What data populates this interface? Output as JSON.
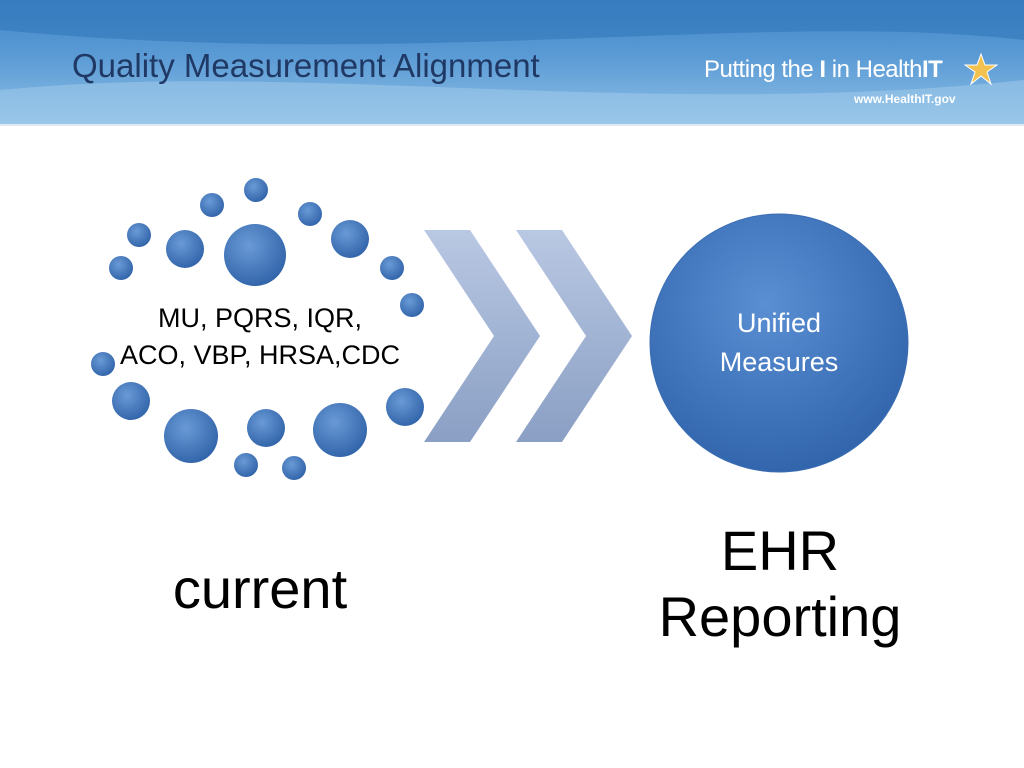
{
  "header": {
    "title": "Quality Measurement Alignment",
    "logo": {
      "text_part1": "Putting the ",
      "text_part2": "I",
      "text_part3": " in Health",
      "text_part4": "IT",
      "url": "www.HealthIT.gov"
    }
  },
  "diagram": {
    "current_programs_line1": "MU, PQRS, IQR,",
    "current_programs_line2": "ACO, VBP, HRSA,CDC",
    "target_line1": "Unified",
    "target_line2": "Measures",
    "current_caption": "current",
    "target_caption_line1": "EHR",
    "target_caption_line2": "Reporting"
  },
  "colors": {
    "title": "#1f3864",
    "header_blue": "#3f86c7",
    "bubble_blue": "#4a7cc1",
    "chevron": "#9fb4d8"
  }
}
